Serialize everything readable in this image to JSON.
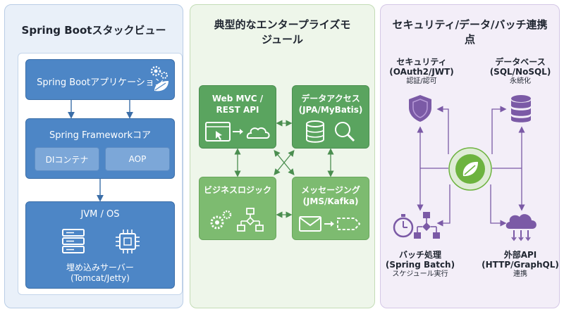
{
  "panel1": {
    "title": "Spring Bootスタックビュー",
    "app_label": "Spring Bootアプリケーション",
    "framework_label": "Spring Frameworkコア",
    "di_label": "DIコンテナ",
    "aop_label": "AOP",
    "jvm_label": "JVM / OS",
    "server_label_1": "埋め込みサーバー",
    "server_label_2": "(Tomcat/Jetty)"
  },
  "panel2": {
    "title_line1": "典型的なエンタープライズモ",
    "title_line2": "ジュール",
    "webmvc_1": "Web MVC /",
    "webmvc_2": "REST API",
    "data_1": "データアクセス",
    "data_2": "(JPA/MyBatis)",
    "biz": "ビジネスロジック",
    "msg_1": "メッセージング",
    "msg_2": "(JMS/Kafka)"
  },
  "panel3": {
    "title_line1": "セキュリティ/データ/バッチ連携",
    "title_line2": "点",
    "security_1": "セキュリティ",
    "security_2": "(OAuth2/JWT)",
    "security_3": "認証/認可",
    "db_1": "データベース",
    "db_2": "(SQL/NoSQL)",
    "db_3": "永続化",
    "batch_1": "バッチ処理",
    "batch_2": "(Spring Batch)",
    "batch_3": "スケジュール実行",
    "api_1": "外部API",
    "api_2": "(HTTP/GraphQL)",
    "api_3": "連携"
  },
  "colors": {
    "stack_blue": "#4d86c6",
    "module_green": "#5aa45f",
    "connector_purple": "#7b5aa6",
    "spring_green": "#6db33f"
  }
}
